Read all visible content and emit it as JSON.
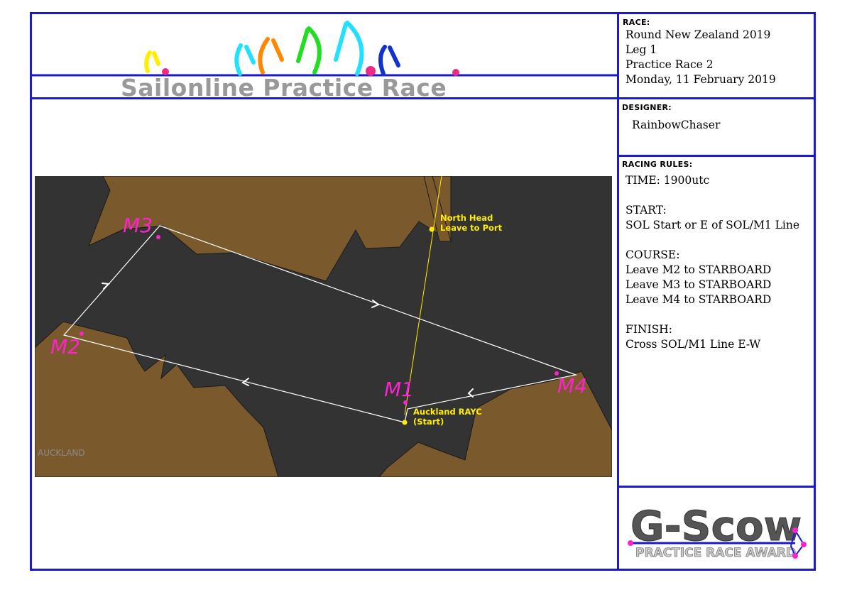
{
  "banner": {
    "title": "Sailonline Practice Race"
  },
  "race": {
    "label": "RACE:",
    "lines": [
      "Round New Zealand 2019",
      "Leg 1",
      "Practice Race 2",
      "Monday, 11 February 2019"
    ]
  },
  "designer": {
    "label": "DESIGNER:",
    "name": "RainbowChaser"
  },
  "rules": {
    "label": "RACING RULES:",
    "time": "TIME: 1900utc",
    "start_heading": "START:",
    "start_text": "SOL Start or E of SOL/M1 Line",
    "course_heading": "COURSE:",
    "course_lines": [
      "Leave M2 to STARBOARD",
      "Leave M3 to STARBOARD",
      "Leave M4 to STARBOARD"
    ],
    "finish_heading": "FINISH:",
    "finish_text": "Cross SOL/M1 Line E-W"
  },
  "map": {
    "marks": {
      "m1": "M1",
      "m2": "M2",
      "m3": "M3",
      "m4": "M4"
    },
    "north_head": [
      "North Head",
      "Leave to Port"
    ],
    "start": [
      "Auckland RAYC",
      "(Start)"
    ],
    "place": "AUCKLAND",
    "colors": {
      "sea": "#333333",
      "land": "#7a5a2c",
      "course": "#ffffff",
      "mark": "#ff22cc",
      "gate": "#ffee00"
    }
  },
  "logo": {
    "main": "G-Scow",
    "sub": "PRACTICE RACE AWARD"
  },
  "colors": {
    "border": "#1a1acc",
    "title_grey": "#999999"
  }
}
